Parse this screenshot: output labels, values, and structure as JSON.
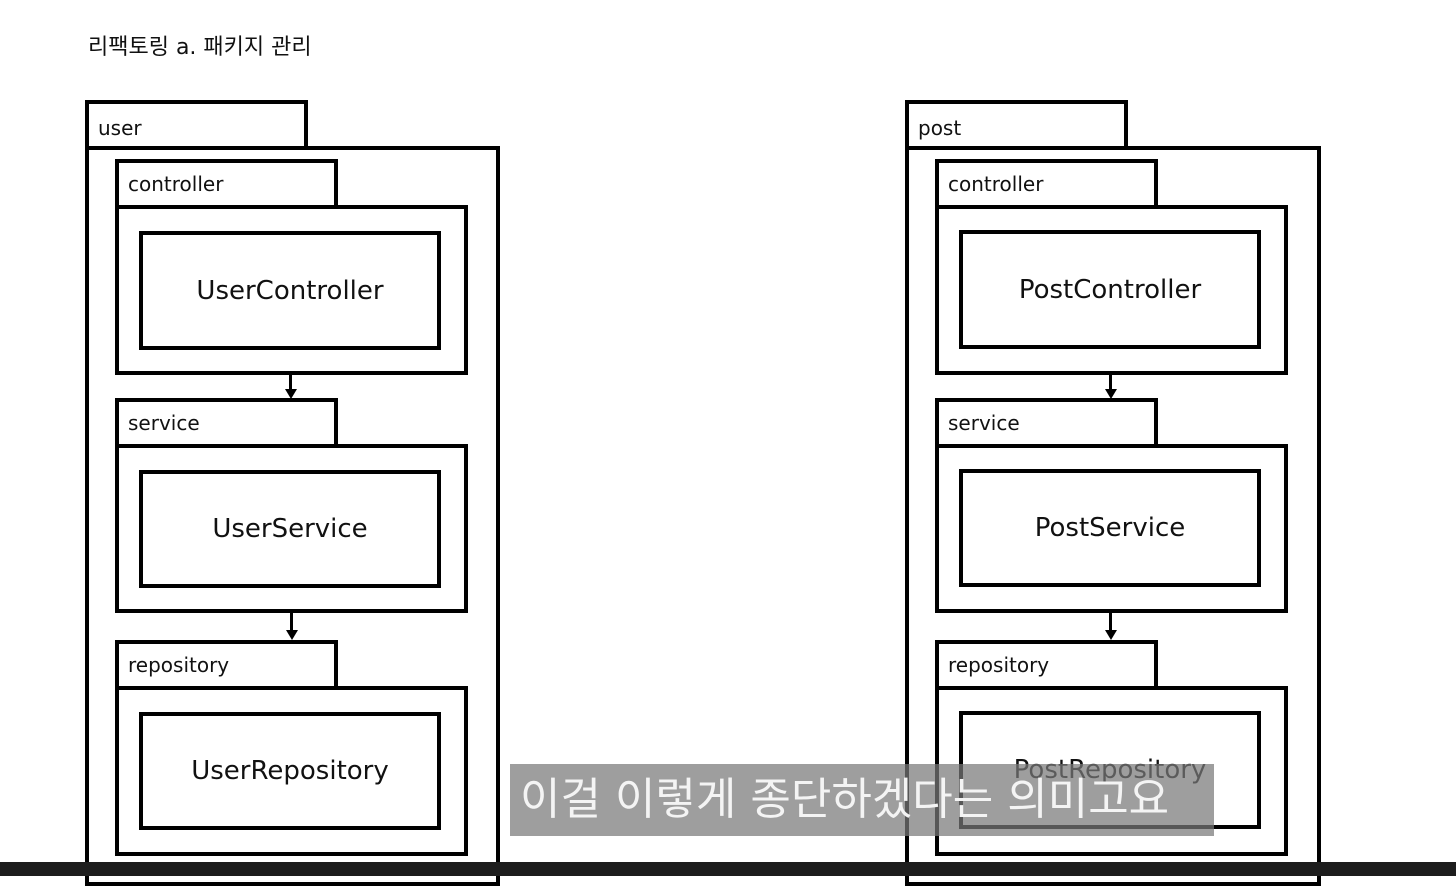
{
  "slide": {
    "title_fragment": "",
    "subtitle": "리팩토링 a. 패키지 관리"
  },
  "packages": {
    "user": {
      "label": "user",
      "layers": {
        "controller": {
          "label": "controller",
          "class": "UserController"
        },
        "service": {
          "label": "service",
          "class": "UserService"
        },
        "repository": {
          "label": "repository",
          "class": "UserRepository"
        }
      }
    },
    "post": {
      "label": "post",
      "layers": {
        "controller": {
          "label": "controller",
          "class": "PostController"
        },
        "service": {
          "label": "service",
          "class": "PostService"
        },
        "repository": {
          "label": "repository",
          "class": "PostRepository"
        }
      }
    }
  },
  "caption": {
    "text": "이걸 이렇게 종단하겠다는 의미고요"
  },
  "colors": {
    "stroke": "#000000",
    "caption_bg": "#787878",
    "bottom_bar": "#1d1d1d"
  }
}
